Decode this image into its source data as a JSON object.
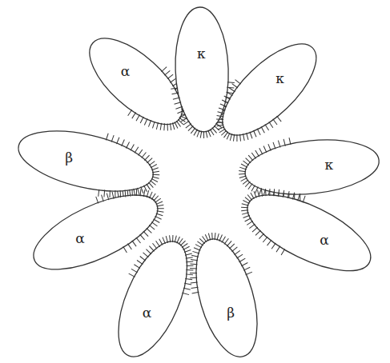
{
  "diagram": {
    "nodes": [
      {
        "text": [
          "α"
        ]
      },
      {
        "text": [
          "κ"
        ]
      },
      {
        "text": [
          "κ"
        ]
      },
      {
        "text": [
          "κ"
        ]
      },
      {
        "text": [
          "α"
        ]
      },
      {
        "text": [
          "β"
        ]
      },
      {
        "text": [
          "α"
        ]
      },
      {
        "text": [
          "α"
        ]
      },
      {
        "text": [
          "β"
        ]
      }
    ]
  }
}
